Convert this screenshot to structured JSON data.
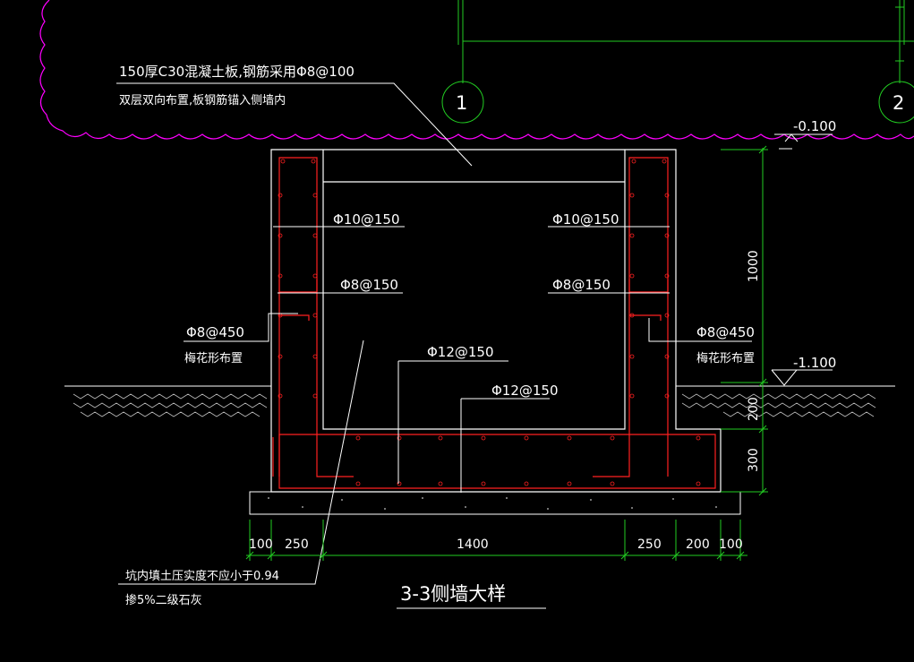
{
  "colors": {
    "background": "#000000",
    "concrete_outline": "#ffffff",
    "rebar": "#ff2020",
    "dimension": "#22cc22",
    "revision_cloud": "#ff00ff",
    "leader": "#ffffff"
  },
  "notes": {
    "slab_line1": "150厚C30混凝土板,钢筋采用Φ8@100",
    "slab_line2": "双层双向布置,板钢筋锚入侧墙内",
    "backfill_line1": "坑内填土压实度不应小于0.94",
    "backfill_line2": "掺5%二级石灰"
  },
  "rebar_labels": {
    "left_vertical": "Φ10@150",
    "right_vertical": "Φ10@150",
    "left_horizontal": "Φ8@150",
    "right_horizontal": "Φ8@150",
    "left_tie": "Φ8@450",
    "left_tie_note": "梅花形布置",
    "right_tie": "Φ8@450",
    "right_tie_note": "梅花形布置",
    "base_top": "Φ12@150",
    "base_bottom": "Φ12@150"
  },
  "levels": {
    "top": "-0.100",
    "ground": "-1.100"
  },
  "axes": {
    "axis1": "1",
    "axis2": "2"
  },
  "dimensions": {
    "vertical": [
      "1000",
      "200",
      "300"
    ],
    "horizontal": [
      "100",
      "250",
      "1400",
      "250",
      "200",
      "100"
    ]
  },
  "title": "3-3侧墙大样"
}
